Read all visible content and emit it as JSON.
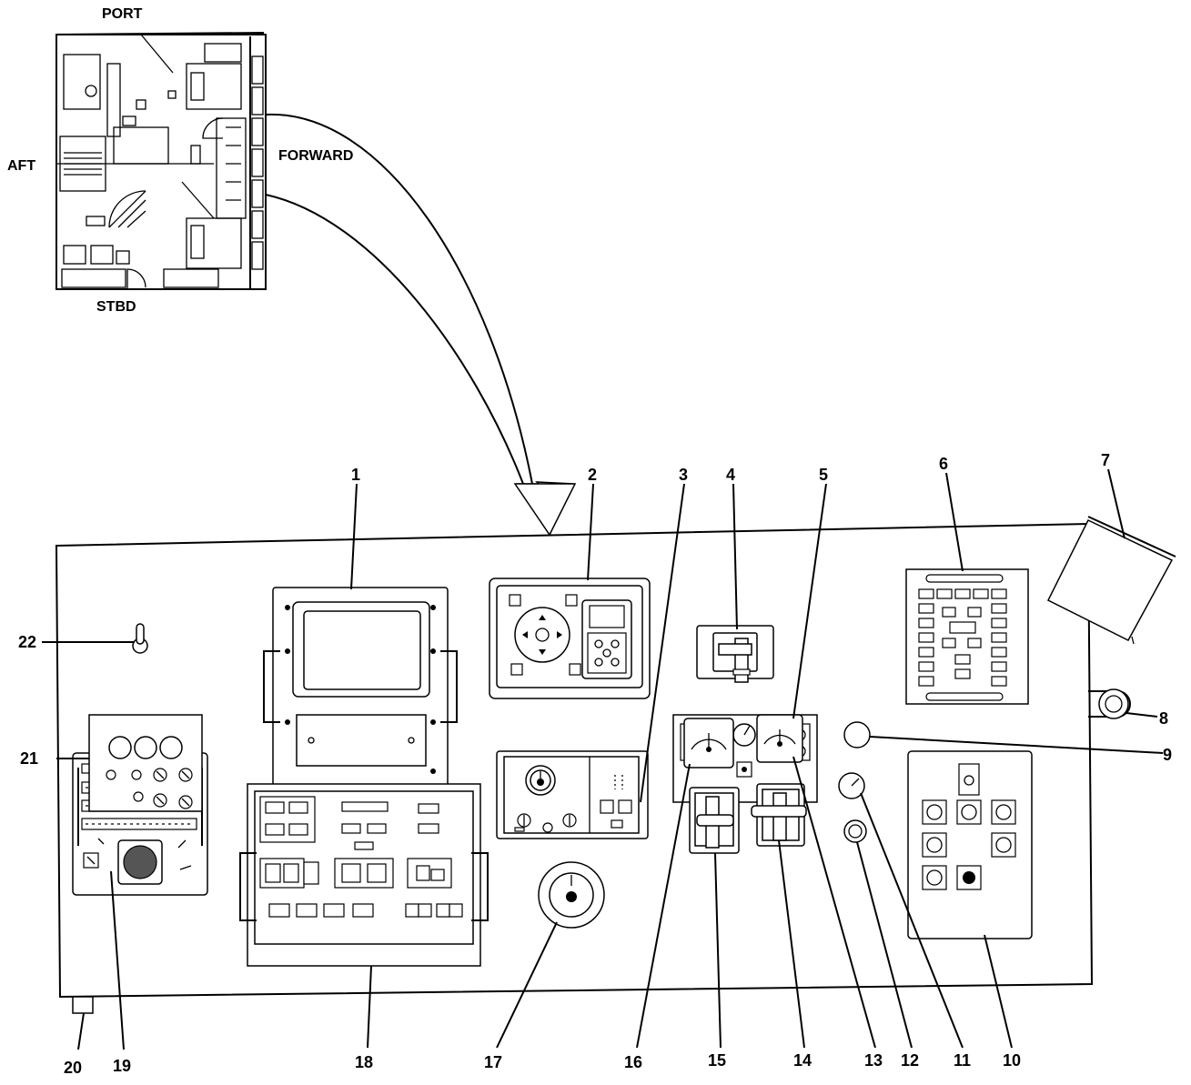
{
  "orientation": {
    "port": "PORT",
    "aft": "AFT",
    "forward": "FORWARD",
    "stbd": "STBD"
  },
  "callouts": [
    "1",
    "2",
    "3",
    "4",
    "5",
    "6",
    "7",
    "8",
    "9",
    "10",
    "11",
    "12",
    "13",
    "14",
    "15",
    "16",
    "17",
    "18",
    "19",
    "20",
    "21",
    "22"
  ]
}
